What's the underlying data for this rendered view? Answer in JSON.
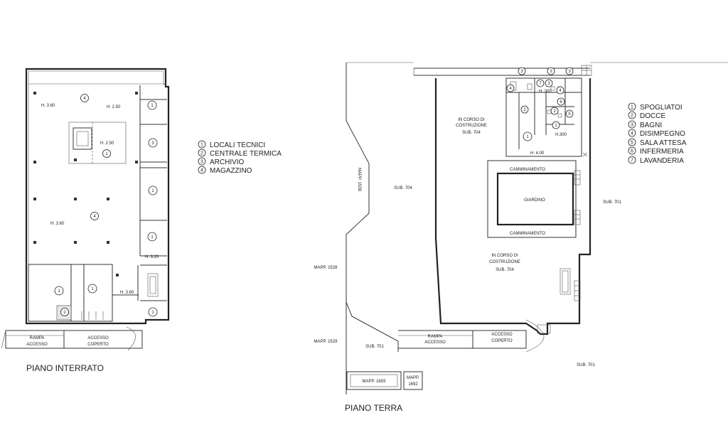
{
  "basement": {
    "title": "PIANO INTERRATO",
    "heights": {
      "h1": "H. 3.60",
      "h2": "H. 2.50",
      "h3": "H. 2.50",
      "h4": "H. 3.60",
      "h5": "H. 3.20",
      "h6": "H. 3.60"
    },
    "rooms": [
      "1",
      "2",
      "3",
      "4"
    ],
    "legend": [
      {
        "num": "1",
        "label": "LOCALI TECNICI"
      },
      {
        "num": "2",
        "label": "CENTRALE TERMICA"
      },
      {
        "num": "3",
        "label": "ARCHIVIO"
      },
      {
        "num": "4",
        "label": "MAGAZZINO"
      }
    ],
    "ramp": {
      "line1": "RAMPA",
      "line2": "ACCESSO"
    },
    "covered_access": {
      "line1": "ACCESSO",
      "line2": "COPERTO"
    }
  },
  "ground": {
    "title": "PIANO TERRA",
    "construction_top": {
      "line1": "IN CORSO DI",
      "line2": "COSTRUZIONE",
      "line3": "SUB. 704"
    },
    "construction_mid": {
      "line1": "IN CORSO DI",
      "line2": "COSTRUZIONE",
      "line3": "SUB. 704"
    },
    "heights": {
      "h300a": "H. 300",
      "h300b": "H.300",
      "h400": "H. 4.00"
    },
    "garden": "GIARDINO",
    "walkway_top": "CAMMINAMENTO",
    "walkway_bottom": "CAMMINAMENTO",
    "sub704": "SUB. 704",
    "sub701_right": "SUB. 701",
    "sub701_left": "SUB. 701",
    "sub701_bottom": "SUB. 701",
    "mapp1538": "MAPP. 1538",
    "mapp1528": "MAPP. 1528",
    "mapp1529": "MAPP. 1529",
    "mapp1693": "MAPP. 1693",
    "mapp1692": {
      "line1": "MAPP.",
      "line2": "1692"
    },
    "ramp": {
      "line1": "RAMPA",
      "line2": "ACCESSO"
    },
    "covered_access": {
      "line1": "ACCESSO",
      "line2": "COPERTO"
    },
    "legend": [
      {
        "num": "1",
        "label": "SPOGLIATOI"
      },
      {
        "num": "2",
        "label": "DOCCE"
      },
      {
        "num": "3",
        "label": "BAGNI"
      },
      {
        "num": "4",
        "label": "DISIMPEGNO"
      },
      {
        "num": "5",
        "label": "SALA ATTESA"
      },
      {
        "num": "6",
        "label": "INFERMERIA"
      },
      {
        "num": "7",
        "label": "LAVANDERIA"
      }
    ],
    "rooms": [
      "1",
      "2",
      "3",
      "4",
      "5",
      "6",
      "7"
    ]
  }
}
